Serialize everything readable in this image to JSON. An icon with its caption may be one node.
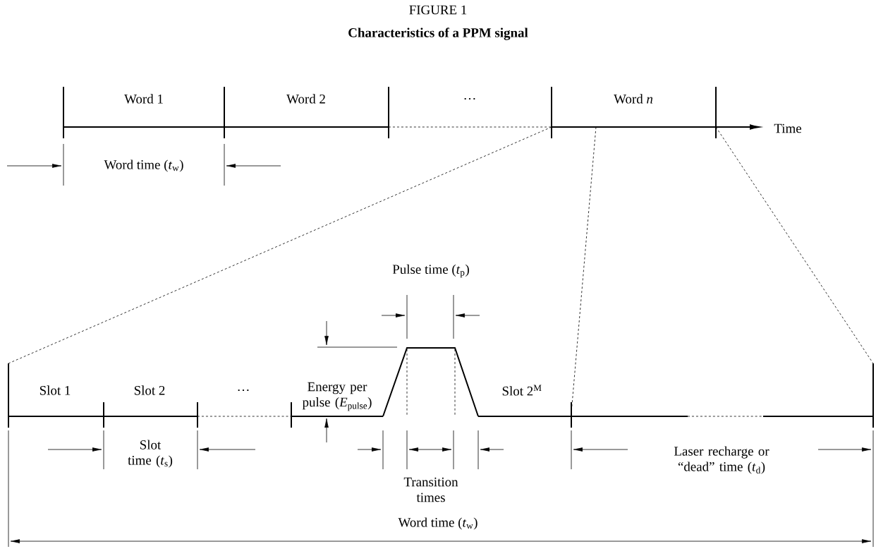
{
  "diagram": {
    "title": "Characteristics of a PPM signal",
    "labels": [
      "FIGURE 1",
      "Word 1",
      "Word 2",
      "…",
      "Word *n*",
      "Time",
      "Word time (*t*$_{w}$)",
      "Pulse time (*t*$_{p}$)",
      "Energy per pulse (*E*$_{pulse}$)",
      "Slot 1",
      "Slot 2",
      "…",
      "Slot 2$^{M}$",
      "Slot time (*t*$_{s}$)",
      "Transition times",
      "Laser recharge or “dead” time (*t*$_{d}$)",
      "Word time (*t*$_{w}$)"
    ]
  }
}
